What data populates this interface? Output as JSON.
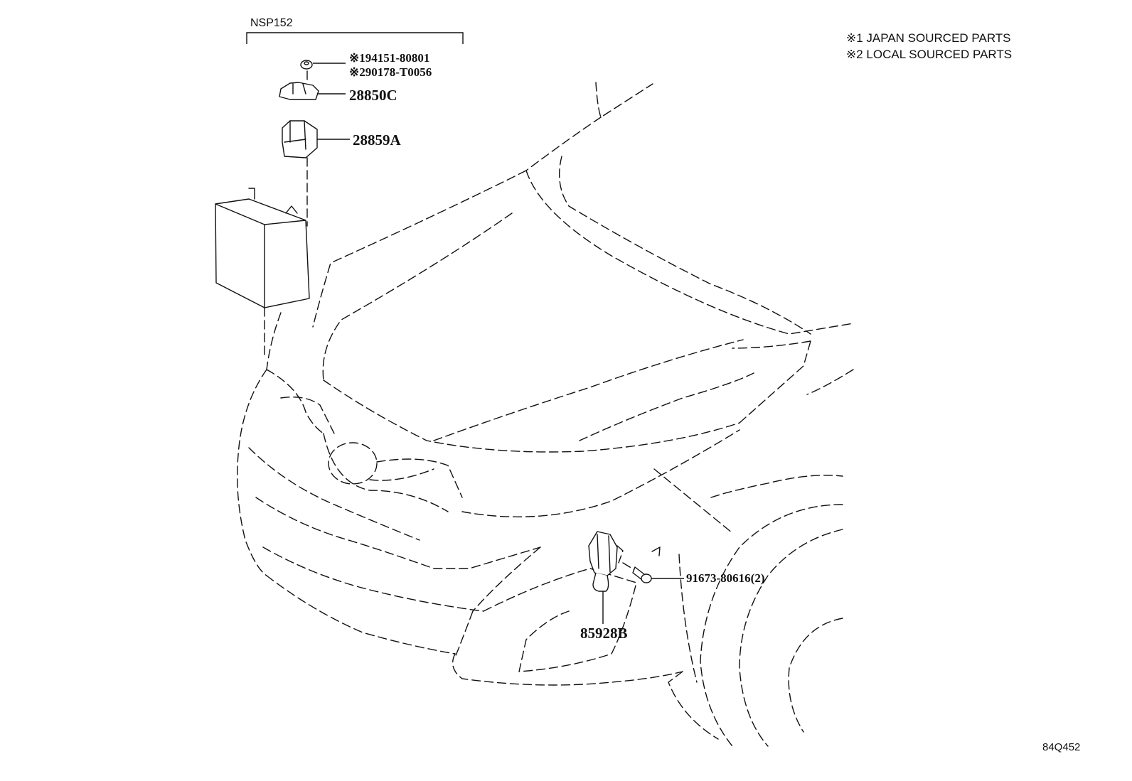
{
  "model_bracket": {
    "label": "NSP152"
  },
  "notes": [
    "※1 JAPAN SOURCED PARTS",
    "※2 LOCAL SOURCED PARTS"
  ],
  "callouts": {
    "nut_jp": "※194151-80801",
    "nut_local": "※290178-T0056",
    "relay_bracket": "28850C",
    "relay": "28859A",
    "bolt": "91673-80616(2)",
    "sensor_harness": "85928B"
  },
  "figure_id": "84Q452"
}
